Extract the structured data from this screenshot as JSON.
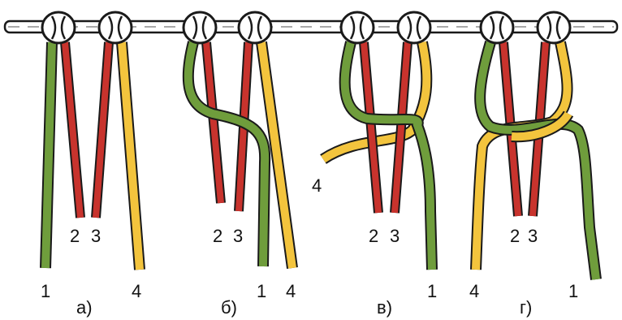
{
  "colors": {
    "green": "#6f9d3c",
    "red": "#c8332d",
    "yellow": "#f3c43d",
    "outline": "#1a1a1a",
    "rod": "#ffffff",
    "knot": "#ffffff"
  },
  "steps": [
    {
      "caption": "а)",
      "labels": {
        "c1": "1",
        "c2": "2",
        "c3": "3",
        "c4": "4"
      }
    },
    {
      "caption": "б)",
      "labels": {
        "c1": "1",
        "c2": "2",
        "c3": "3",
        "c4": "4"
      }
    },
    {
      "caption": "в)",
      "labels": {
        "c1": "1",
        "c2": "2",
        "c3": "3",
        "c4": "4"
      }
    },
    {
      "caption": "г)",
      "labels": {
        "c1": "1",
        "c2": "2",
        "c3": "3",
        "c4": "4"
      }
    }
  ]
}
